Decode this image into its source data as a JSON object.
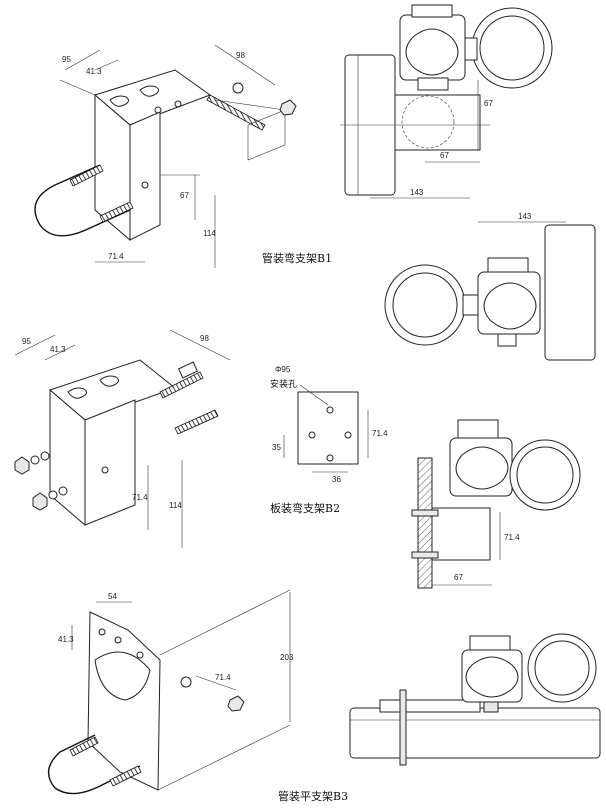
{
  "captions": {
    "b1": "管装弯支架B1",
    "b2": "板装弯支架B2",
    "b3": "管装平支架B3"
  },
  "hole_note": {
    "diameter": "Φ95",
    "label": "安装孔"
  },
  "dims": {
    "b1_95": "95",
    "b1_41_3": "41.3",
    "b1_98": "98",
    "b1_67": "67",
    "b1_114": "114",
    "b1_71_4": "71.4",
    "b2_95": "95",
    "b2_41_3": "41.3",
    "b2_98": "98",
    "b2_71_4": "71.4",
    "b2_114": "114",
    "b3_54": "54",
    "b3_41_3": "41.3",
    "b3_203": "203",
    "b3_71_4": "71.4",
    "plate_35": "35",
    "plate_71_4": "71.4",
    "plate_36": "36",
    "r1_67v": "67",
    "r1_67h": "67",
    "r1_143": "143",
    "r2_143": "143",
    "r3_71_4": "71.4",
    "r3_67": "67"
  }
}
